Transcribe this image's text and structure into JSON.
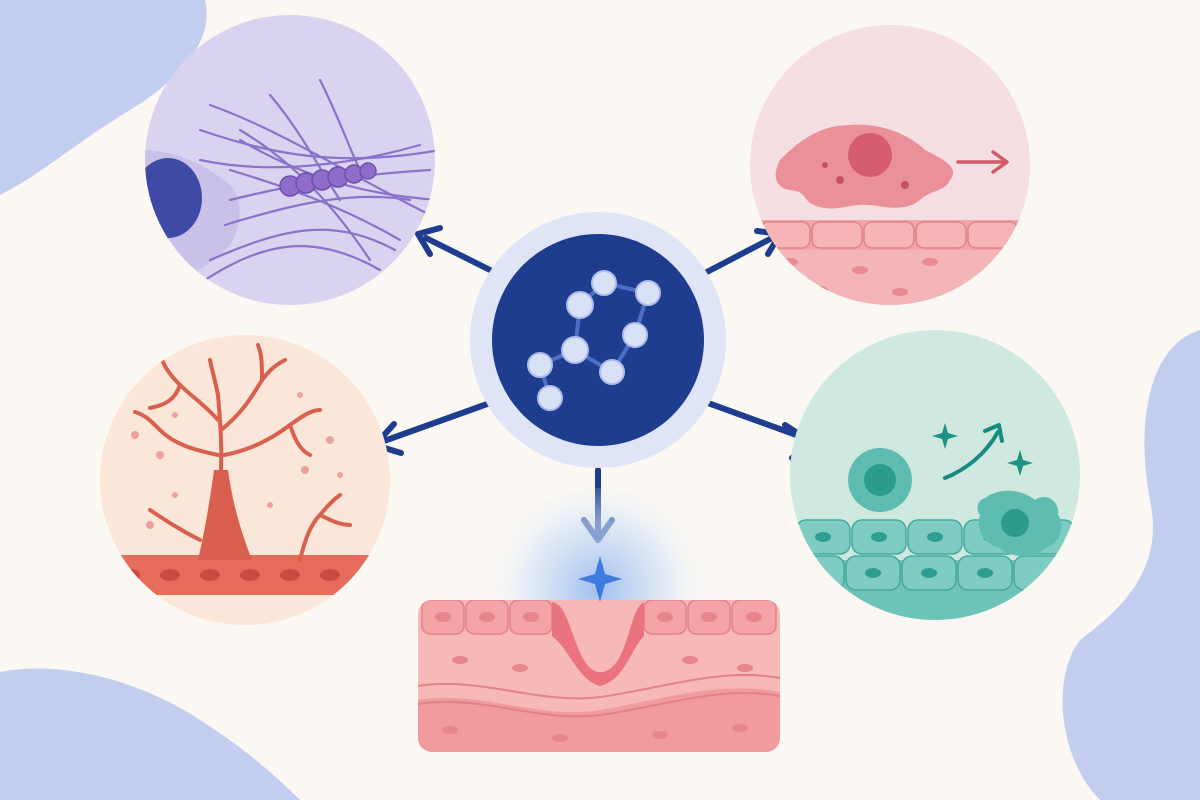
{
  "colors": {
    "background": "#fbf8f3",
    "blob": "#c3cdf0",
    "hub_ring": "#dfe5f6",
    "hub_core": "#1e3d8f",
    "arrow": "#1e3d8f",
    "node": "#d9e1f6",
    "fibers_bg": "#d9d3ef",
    "fibers_line": "#8a71c9",
    "fibers_nucleus": "#3f4aa6",
    "migration_bg": "#f6dfe2",
    "migration_cell": "#e98791",
    "migration_arrow": "#d45a67",
    "angio_bg": "#fbe7d9",
    "angio_vessel": "#d9604f",
    "prolif_bg": "#cfe9e0",
    "prolif_cell": "#3fb0a3",
    "prolif_arrow": "#178b80",
    "tissue_top": "#f4a3a7",
    "tissue_mid": "#f7b9b7",
    "tissue_line": "#e08288",
    "sparkle": "#3f7ae0",
    "glow": "#bcd2f4"
  },
  "icons": {
    "hub": "molecule-icon",
    "fibers": "collagen-fibers-icon",
    "migration": "cell-migration-icon",
    "angiogenesis": "branching-vessel-icon",
    "proliferation": "cell-proliferation-icon",
    "wound": "wound-closure-icon",
    "sparkle": "sparkle-icon"
  },
  "diagram": {
    "hub": "molecule-hub",
    "effects": [
      "fiber-organization",
      "cell-migration",
      "angiogenesis",
      "cell-proliferation",
      "wound-closure"
    ]
  }
}
